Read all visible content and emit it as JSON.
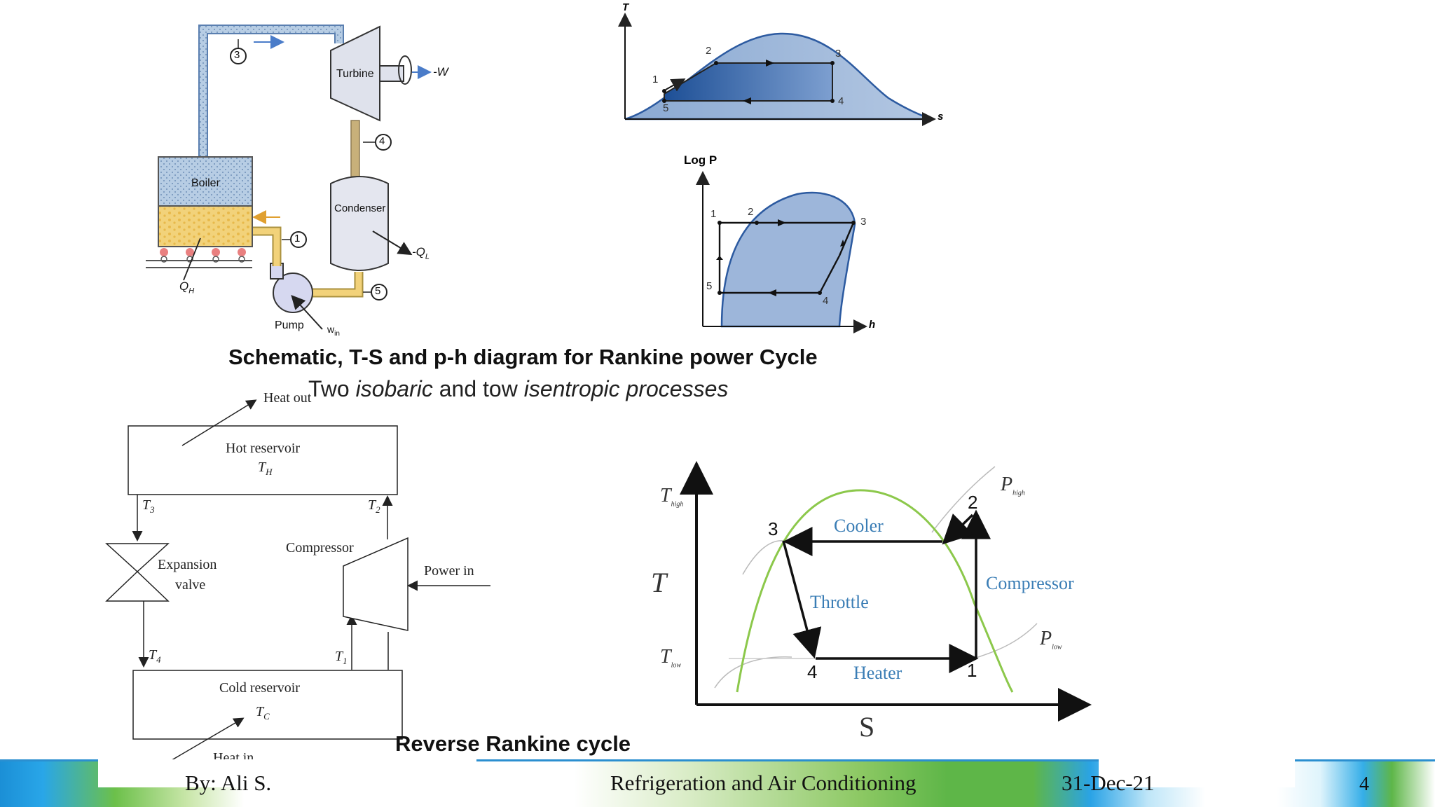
{
  "schematic": {
    "turbine": "Turbine",
    "boiler": "Boiler",
    "condenser": "Condenser",
    "pump": "Pump",
    "work_out": "-W",
    "q_h": "Q",
    "q_h_sub": "H",
    "q_l": "-Q",
    "q_l_sub": "L",
    "w_in": "w",
    "w_in_sub": "in",
    "state_labels": [
      "1",
      "3",
      "4",
      "5"
    ]
  },
  "ts_diagram": {
    "y_axis": "T",
    "x_axis": "s",
    "points": [
      "1",
      "2",
      "3",
      "4",
      "5"
    ]
  },
  "ph_diagram": {
    "y_axis": "Log P",
    "x_axis": "h",
    "points": [
      "1",
      "2",
      "3",
      "4",
      "5"
    ]
  },
  "caption_forward": "Schematic, T-S and p-h diagram for Rankine power Cycle",
  "caption_processes": {
    "part1": "Two ",
    "part2": "isobaric",
    "part3": " and tow ",
    "part4": "isentropic processes"
  },
  "reverse_schematic": {
    "heat_out": "Heat out",
    "hot_reservoir": "Hot reservoir",
    "t_h": "T",
    "t_h_sub": "H",
    "t3": "T",
    "t3_sub": "3",
    "t2": "T",
    "t2_sub": "2",
    "expansion_valve_1": "Expansion",
    "expansion_valve_2": "valve",
    "compressor": "Compressor",
    "power_in": "Power in",
    "t4": "T",
    "t4_sub": "4",
    "t1": "T",
    "t1_sub": "1",
    "cold_reservoir": "Cold reservoir",
    "t_c": "T",
    "t_c_sub": "C",
    "heat_in": "Heat in"
  },
  "reverse_ts": {
    "y_axis": "T",
    "x_axis": "S",
    "t_high": "T",
    "t_high_sub": "high",
    "t_low": "T",
    "t_low_sub": "low",
    "p_high": "P",
    "p_high_sub": "high",
    "p_low": "P",
    "p_low_sub": "low",
    "cooler": "Cooler",
    "throttle": "Throttle",
    "heater": "Heater",
    "compressor": "Compressor",
    "points": [
      "1",
      "2",
      "3",
      "4"
    ],
    "dome_color": "#8cc84b",
    "label_color": "#3a7db5"
  },
  "caption_reverse": "Reverse Rankine cycle",
  "footer": {
    "author": "By: Ali S.",
    "title": "Refrigeration and Air Conditioning",
    "date": "31-Dec-21",
    "page": "4"
  }
}
